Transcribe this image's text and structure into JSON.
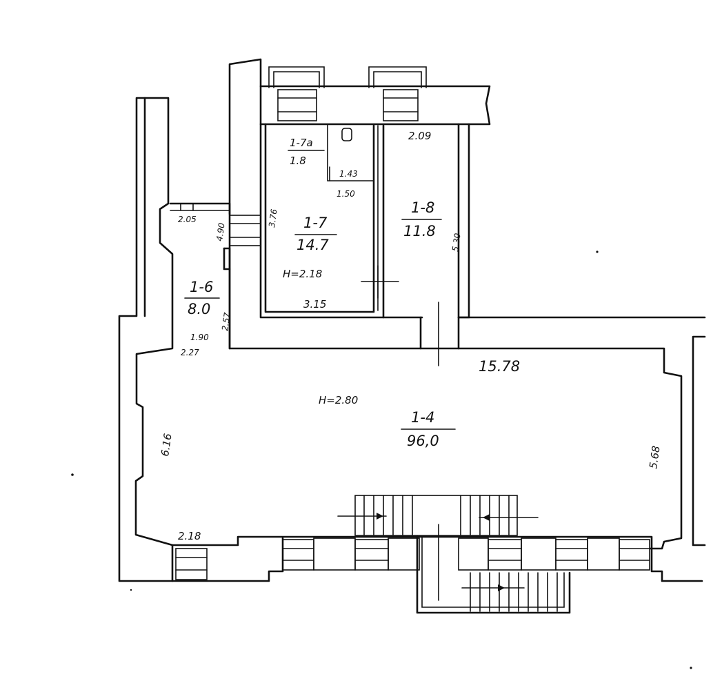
{
  "rooms": {
    "r1_4": {
      "id": "1-4",
      "area": "96,0",
      "height": "H=2.80"
    },
    "r1_6": {
      "id": "1-6",
      "area": "8.0"
    },
    "r1_7": {
      "id": "1-7",
      "area": "14.7",
      "height": "H=2.18"
    },
    "r1_8": {
      "id": "1-8",
      "area": "11.8"
    },
    "r1_7a": {
      "id": "1-7a",
      "area": "1.8"
    }
  },
  "dimensions": {
    "top_right": "2.09",
    "room7_bottom": "3.15",
    "small_143": "1.43",
    "small_150": "1.50",
    "corridor_190": "1.90",
    "corridor_bottom": "2.27",
    "corridor_257": "2.57",
    "vertical_376": "3.76",
    "left_205": "2.05",
    "vertical_490": "4.90",
    "room8_side": "5.30",
    "hall_top": "15.78",
    "hall_left": "6.16",
    "hall_right": "5.68",
    "bottom_left": "2.18"
  }
}
